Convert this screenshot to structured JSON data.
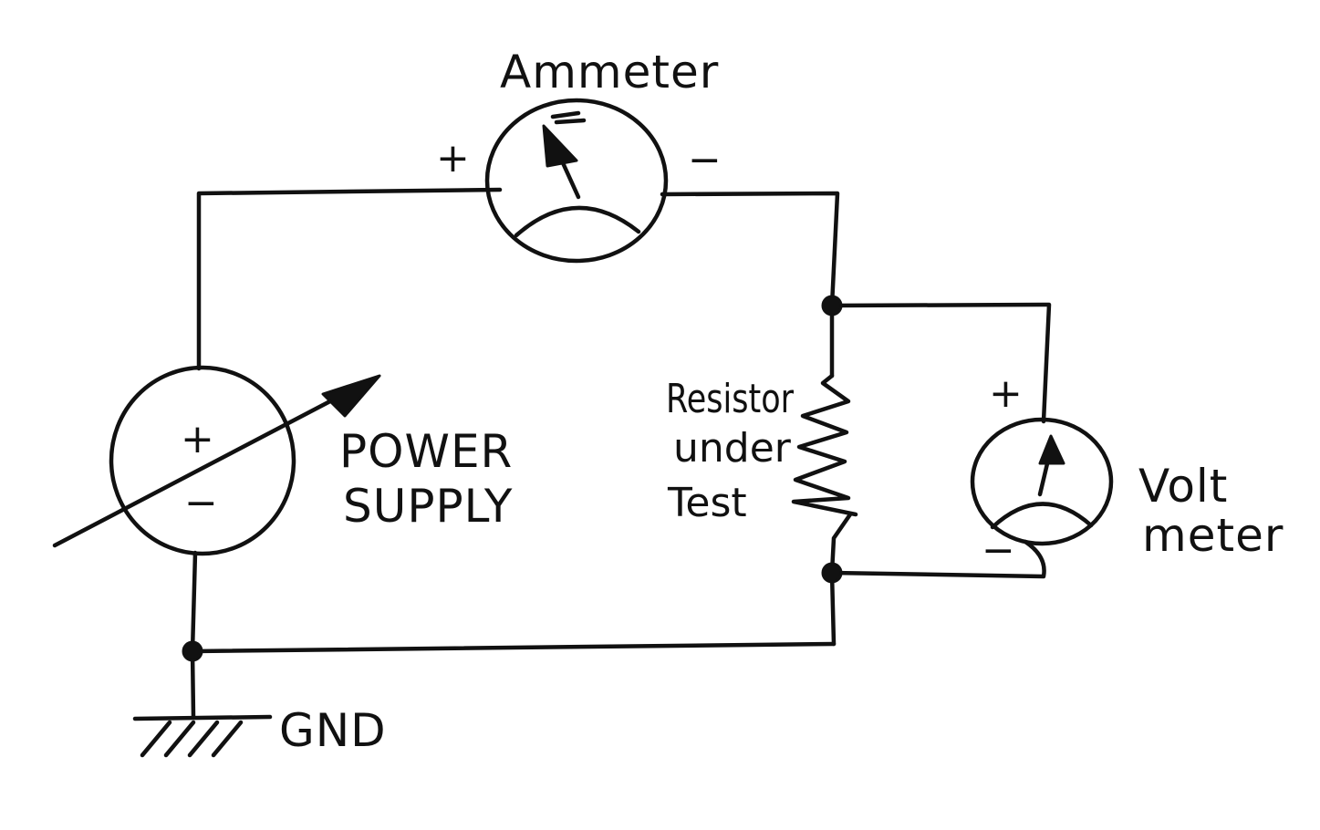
{
  "labels": {
    "ammeter": "Ammeter",
    "power_supply_line1": "POWER",
    "power_supply_line2": "SUPPLY",
    "resistor_line1": "Resistor",
    "resistor_line2": "under",
    "resistor_line3": "Test",
    "voltmeter_line1": "Volt",
    "voltmeter_line2": "meter",
    "ground": "GND"
  },
  "signs": {
    "ammeter_plus": "+",
    "ammeter_minus": "−",
    "supply_plus": "+",
    "supply_minus": "−",
    "voltmeter_plus": "+",
    "voltmeter_minus": "−"
  },
  "colors": {
    "ink": "#111111",
    "background": "#ffffff"
  }
}
